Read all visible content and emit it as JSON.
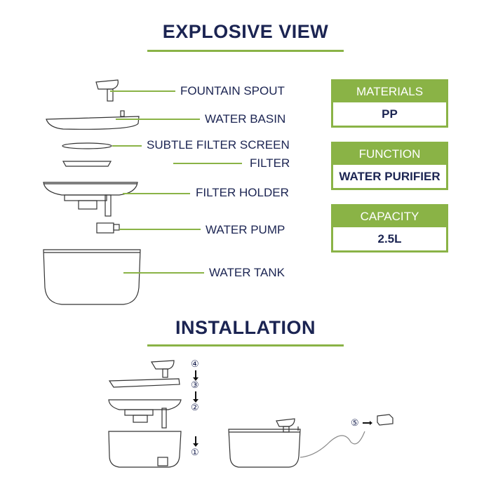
{
  "explosive_view": {
    "title": "EXPLOSIVE VIEW",
    "parts": [
      "FOUNTAIN SPOUT",
      "WATER BASIN",
      "SUBTLE FILTER SCREEN",
      "FILTER",
      "FILTER HOLDER",
      "WATER PUMP",
      "WATER TANK"
    ]
  },
  "specs": [
    {
      "label": "MATERIALS",
      "value": "PP"
    },
    {
      "label": "FUNCTION",
      "value": "WATER PURIFIER"
    },
    {
      "label": "CAPACITY",
      "value": "2.5L"
    }
  ],
  "installation": {
    "title": "INSTALLATION",
    "steps": [
      "④",
      "③",
      "②",
      "①",
      "⑤"
    ]
  },
  "colors": {
    "navy": "#1b2452",
    "green": "#8ab346"
  }
}
